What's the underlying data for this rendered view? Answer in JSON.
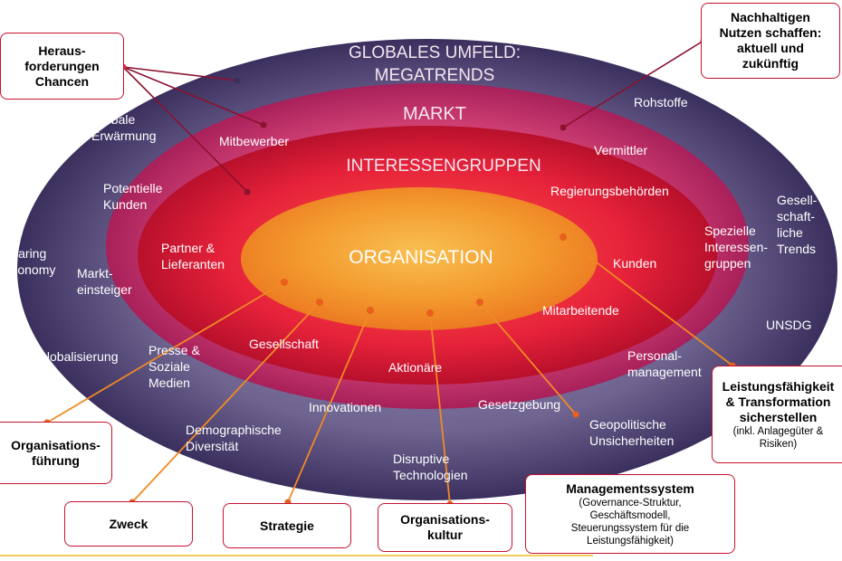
{
  "rings": {
    "outer_title": "GLOBALES UMFELD:\nMEGATRENDS",
    "market_title": "MARKT",
    "stakeholder_title": "INTERESSENGRUPPEN",
    "core_title": "ORGANISATION"
  },
  "outer_items": {
    "globale_erwaermung": "Globale\nErwärmung",
    "rohstoffe": "Rohstoffe",
    "gesellschaftliche_trends": "Gesell-\nschaft-\nliche\nTrends",
    "sharing_economy": "Sharing\nEconomy",
    "unsdg": "UNSDG",
    "globalisierung": "Globalisierung",
    "demographische_diversitaet": "Demographische\nDiversität",
    "disruptive_technologien": "Disruptive\nTechnologien",
    "geopolitische_unsicherheiten": "Geopolitische\nUnsicherheiten"
  },
  "market_items": {
    "mitbewerber": "Mitbewerber",
    "vermittler": "Vermittler",
    "potentielle_kunden": "Potentielle\nKunden",
    "markteinsteiger": "Markt-\neinsteiger",
    "spezielle_interessengruppen": "Spezielle\nInteressen-\ngruppen",
    "presse_medien": "Presse &\nSoziale\nMedien",
    "innovationen": "Innovationen",
    "gesetzgebung": "Gesetzgebung",
    "personalmanagement": "Personal-\nmanagement"
  },
  "stakeholder_items": {
    "regierungsbehoerden": "Regierungsbehörden",
    "partner_lieferanten": "Partner &\nLieferanten",
    "kunden": "Kunden",
    "mitarbeitende": "Mitarbeitende",
    "gesellschaft": "Gesellschaft",
    "aktionaere": "Aktionäre"
  },
  "callouts": {
    "herausforderungen": "Heraus-\nforderungen\nChancen",
    "nachhaltigen_nutzen": "Nachhaltigen\nNutzen schaffen:\naktuell und\nzukünftig",
    "leistungsfaehigkeit_title": "Leistungsfähigkeit\n& Transformation\nsicherstellen",
    "leistungsfaehigkeit_sub": "(inkl. Anlagegüter &\nRisiken)",
    "organisationsfuehrung": "Organisations-\nführung",
    "zweck": "Zweck",
    "strategie": "Strategie",
    "organisationskultur": "Organisations-\nkultur",
    "managementsystem_title": "Managementssystem",
    "managementsystem_sub": "(Governance-Struktur,\nGeschäftsmodell,\nSteuerungssystem für die\nLeistungsfähigkeit)"
  },
  "colors": {
    "outer_ring": "#7a6f98",
    "market_ring": "#d4487a",
    "stakeholder_ring": "#e4243c",
    "core": "#f2a232",
    "callout_border": "#c8102e",
    "leader_red": "#8b1230",
    "leader_orange": "#f08a24",
    "footer_line": "#f2cc5b"
  }
}
